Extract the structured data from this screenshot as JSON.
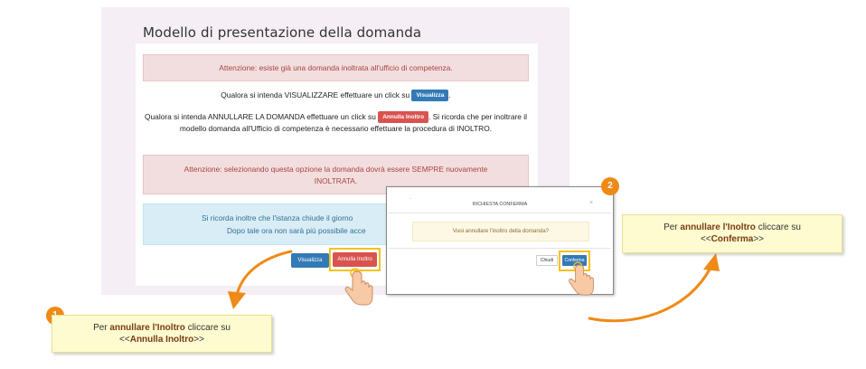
{
  "form": {
    "title": "Modello di presentazione della domanda",
    "alert_existing": "Attenzione: esiste già una domanda inoltrata all'ufficio di competenza.",
    "msg_view_pre": "Qualora si intenda VISUALIZZARE effettuare un click su",
    "msg_view_btn": "Visualizza",
    "msg_view_post": ".",
    "msg_cancel_pre": "Qualora si intenda ANNULLARE LA DOMANDA effettuare un click su",
    "msg_cancel_btn": "Annulla Inoltro",
    "msg_cancel_post": ". Si ricorda che per inoltrare il modello domanda all'Ufficio di competenza è necessario effettuare la procedura di INOLTRO.",
    "alert_warning_line1": "Attenzione: selezionando questa opzione la domanda dovrà essere SEMPRE nuovamente",
    "alert_warning_line2": "INOLTRATA.",
    "info_line1": "Si ricorda inoltre che l'istanza chiude il giorno",
    "info_line2": "Dopo tale ora non sarà più possibile acce",
    "btn_visualizza": "Visualizza",
    "btn_annulla": "Annulla Inoltro"
  },
  "modal": {
    "dot": ".",
    "title": "RICHIESTA CONFERMA",
    "close": "×",
    "question": "Vuoi annullare l'inoltro della domanda?",
    "btn_chiudi": "Chiudi",
    "btn_conferma": "Conferma"
  },
  "steps": {
    "step1": "1",
    "step2": "2"
  },
  "notes": {
    "note1_pre": "Per",
    "note1_bold": "annullare l'Inoltro",
    "note1_post": "cliccare su",
    "note1_line2_pre": "<<",
    "note1_line2_bold": "Annulla Inoltro",
    "note1_line2_post": ">>",
    "note2_pre": "Per",
    "note2_bold": "annullare l'Inoltro",
    "note2_post": "cliccare su",
    "note2_line2_pre": "<<",
    "note2_line2_bold": "Conferma",
    "note2_line2_post": ">>"
  },
  "colors": {
    "accent_orange": "#ef8a17",
    "highlight_yellow": "#f6c21b",
    "primary_blue": "#337ab7",
    "danger_red": "#d9534f"
  }
}
